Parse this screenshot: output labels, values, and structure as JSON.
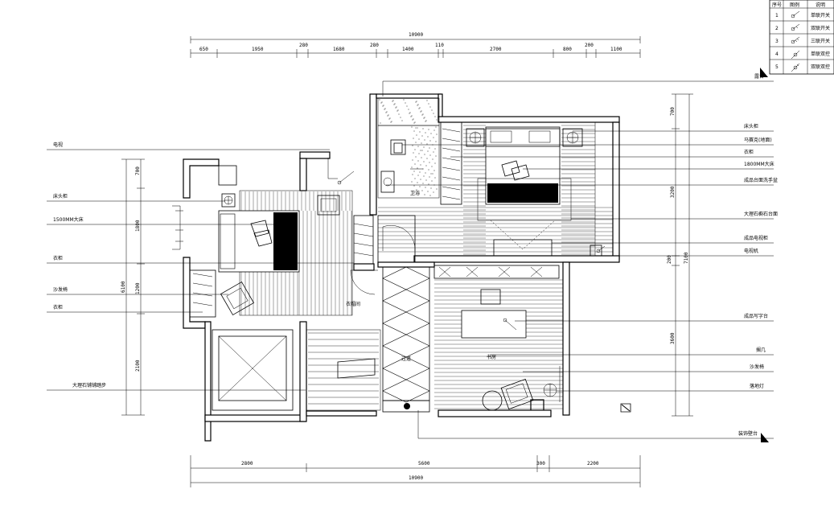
{
  "dimensions": {
    "top_total": "10900",
    "top_segments": [
      "650",
      "1950",
      "280",
      "1680",
      "280",
      "1400",
      "110",
      "2700",
      "800",
      "200",
      "1100"
    ],
    "bottom_total": "10900",
    "bottom_segments": [
      "2800",
      "5600",
      "300",
      "2200"
    ],
    "left_segments": [
      "700",
      "1800",
      "1200",
      "2100"
    ],
    "left_total": "6100",
    "right_segments": [
      "700",
      "3200",
      "200",
      "3600"
    ],
    "right_total": "7100"
  },
  "left_labels": [
    "电视",
    "床头柜",
    "1500MM大床",
    "衣柜",
    "沙发椅",
    "衣柜",
    "大理石铺铺踏步"
  ],
  "right_labels": [
    "露台",
    "床头柜",
    "马赛克(地面)",
    "衣柜",
    "1800MM大床",
    "成品台面洗手盆",
    "大理石橱石台面",
    "成品电视柜",
    "电视机",
    "成品写字台",
    "搁几",
    "沙发椅",
    "落地灯",
    "装饰壁台"
  ],
  "room_labels": {
    "bath": "卫浴",
    "closet": "衣帽间",
    "study": "书房",
    "corridor": "过道"
  },
  "legend": {
    "headers": [
      "序号",
      "图例",
      "说明"
    ],
    "rows": [
      {
        "num": "1",
        "desc": "单联开关"
      },
      {
        "num": "2",
        "desc": "双联开关"
      },
      {
        "num": "3",
        "desc": "三联开关"
      },
      {
        "num": "4",
        "desc": "单联双控"
      },
      {
        "num": "5",
        "desc": "双联双控"
      }
    ]
  },
  "icons": [
    "switch-icon",
    "bed-icon",
    "armchair-icon",
    "lamp-icon",
    "pillow-icon"
  ]
}
